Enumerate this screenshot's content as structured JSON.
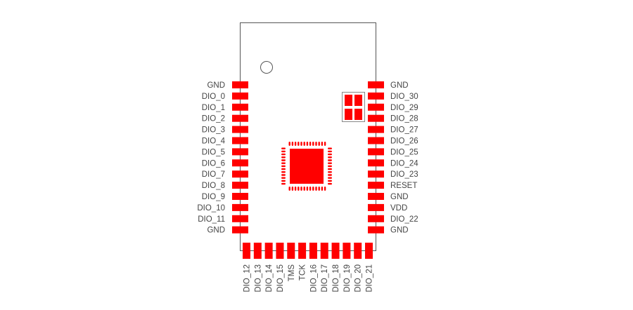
{
  "colors": {
    "pad": "#ff0000",
    "outline": "#555555",
    "text": "#444444",
    "shield_outline": "#888888"
  },
  "module": {
    "left_pins": [
      "GND",
      "DIO_0",
      "DIO_1",
      "DIO_2",
      "DIO_3",
      "DIO_4",
      "DIO_5",
      "DIO_6",
      "DIO_7",
      "DIO_8",
      "DIO_9",
      "DIO_10",
      "DIO_11",
      "GND"
    ],
    "right_pins": [
      "GND",
      "DIO_30",
      "DIO_29",
      "DIO_28",
      "DIO_27",
      "DIO_26",
      "DIO_25",
      "DIO_24",
      "DIO_23",
      "RESET",
      "GND",
      "VDD",
      "DIO_22",
      "GND"
    ],
    "bottom_pins": [
      "DIO_12",
      "DIO_13",
      "DIO_14",
      "DIO_15",
      "TMS",
      "TCK",
      "DIO_16",
      "DIO_17",
      "DIO_18",
      "DIO_19",
      "DIO_20",
      "DIO_21"
    ]
  }
}
